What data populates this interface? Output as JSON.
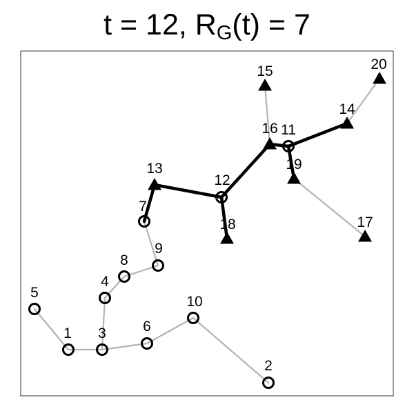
{
  "title": {
    "main": "t = 12, R",
    "sub": "G",
    "tail": "(t) = 7"
  },
  "colors": {
    "light_edge": "#b3b3b3",
    "dark_edge": "#000000",
    "frame": "#333333",
    "node": "#000000"
  },
  "nodes": [
    {
      "id": "1",
      "shape": "circle"
    },
    {
      "id": "2",
      "shape": "circle"
    },
    {
      "id": "3",
      "shape": "circle"
    },
    {
      "id": "4",
      "shape": "circle"
    },
    {
      "id": "5",
      "shape": "circle"
    },
    {
      "id": "6",
      "shape": "circle"
    },
    {
      "id": "7",
      "shape": "circle"
    },
    {
      "id": "8",
      "shape": "circle"
    },
    {
      "id": "9",
      "shape": "circle"
    },
    {
      "id": "10",
      "shape": "circle"
    },
    {
      "id": "11",
      "shape": "circle"
    },
    {
      "id": "12",
      "shape": "circle"
    },
    {
      "id": "13",
      "shape": "triangle"
    },
    {
      "id": "14",
      "shape": "triangle"
    },
    {
      "id": "15",
      "shape": "triangle"
    },
    {
      "id": "16",
      "shape": "triangle"
    },
    {
      "id": "17",
      "shape": "triangle"
    },
    {
      "id": "18",
      "shape": "triangle"
    },
    {
      "id": "19",
      "shape": "triangle"
    },
    {
      "id": "20",
      "shape": "triangle"
    }
  ],
  "edges": [
    {
      "from": "5",
      "to": "1",
      "style": "light"
    },
    {
      "from": "1",
      "to": "3",
      "style": "light"
    },
    {
      "from": "3",
      "to": "6",
      "style": "light"
    },
    {
      "from": "3",
      "to": "4",
      "style": "light"
    },
    {
      "from": "4",
      "to": "8",
      "style": "light"
    },
    {
      "from": "8",
      "to": "9",
      "style": "light"
    },
    {
      "from": "9",
      "to": "7",
      "style": "light"
    },
    {
      "from": "6",
      "to": "10",
      "style": "light"
    },
    {
      "from": "10",
      "to": "2",
      "style": "light"
    },
    {
      "from": "16",
      "to": "15",
      "style": "light"
    },
    {
      "from": "14",
      "to": "20",
      "style": "light"
    },
    {
      "from": "19",
      "to": "17",
      "style": "light"
    },
    {
      "from": "7",
      "to": "13",
      "style": "dark"
    },
    {
      "from": "13",
      "to": "12",
      "style": "dark"
    },
    {
      "from": "12",
      "to": "18",
      "style": "dark"
    },
    {
      "from": "12",
      "to": "16",
      "style": "dark"
    },
    {
      "from": "16",
      "to": "11",
      "style": "dark"
    },
    {
      "from": "11",
      "to": "14",
      "style": "dark"
    },
    {
      "from": "11",
      "to": "19",
      "style": "dark"
    }
  ]
}
